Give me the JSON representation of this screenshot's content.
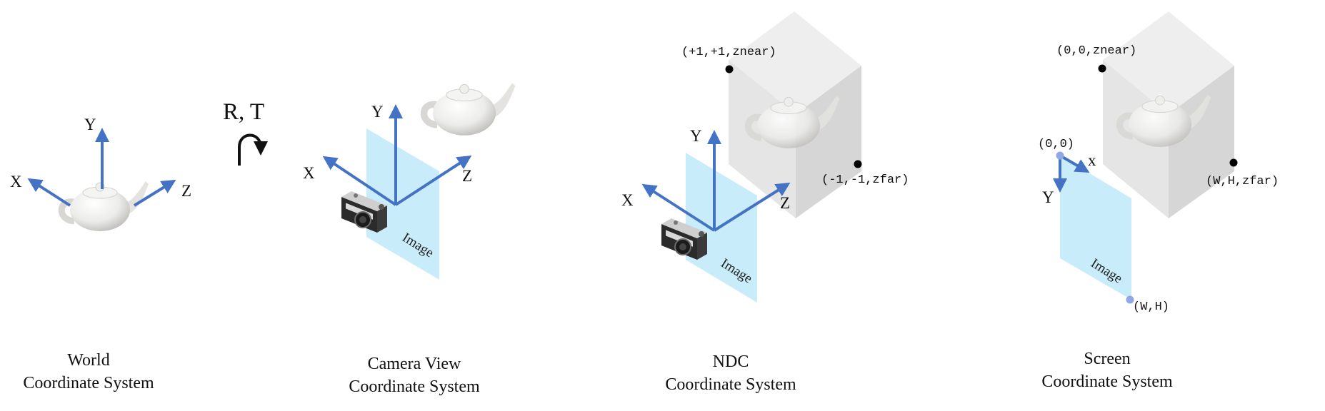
{
  "colors": {
    "axis": "#4472c4",
    "image_plane": "#c9ecfa",
    "cube": "#e3e3e3",
    "point": "#000000",
    "screen_point": "#8fa8e6"
  },
  "world": {
    "axis_x": "X",
    "axis_y": "Y",
    "axis_z": "Z",
    "caption_line1": "World",
    "caption_line2": "Coordinate System"
  },
  "transform": {
    "label": "R, T",
    "icon": "curved-arrow-icon"
  },
  "camera": {
    "axis_x": "X",
    "axis_y": "Y",
    "axis_z": "Z",
    "image_label": "Image",
    "caption_line1": "Camera View",
    "caption_line2": "Coordinate System"
  },
  "ndc": {
    "axis_x": "X",
    "axis_y": "Y",
    "axis_z": "Z",
    "image_label": "Image",
    "point_near": "(+1,+1,znear)",
    "point_far": "(-1,-1,zfar)",
    "caption_line1": "NDC",
    "caption_line2": "Coordinate System"
  },
  "screen": {
    "axis_x": "x",
    "axis_y": "Y",
    "origin": "(0,0)",
    "corner": "(W,H)",
    "image_label": "Image",
    "point_near": "(0,0,znear)",
    "point_far": "(W,H,zfar)",
    "caption_line1": "Screen",
    "caption_line2": "Coordinate System"
  }
}
